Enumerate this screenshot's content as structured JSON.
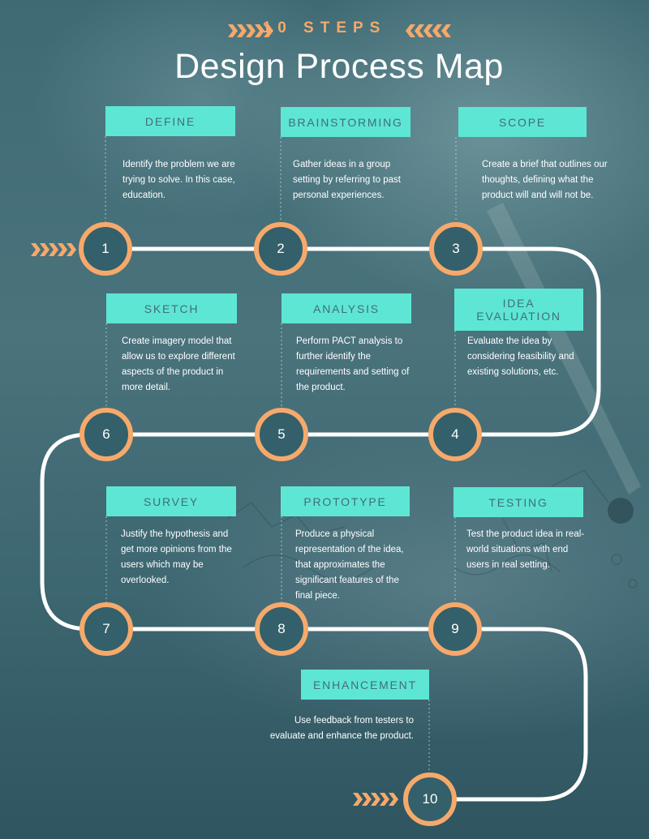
{
  "header": {
    "kicker": "10 STEPS",
    "title": "Design Process Map"
  },
  "colors": {
    "accent_orange": "#f6a96b",
    "label_teal": "#5ee6d4",
    "label_text": "#3f6f76",
    "track": "#ffffff",
    "background": "#3d6670"
  },
  "steps": [
    {
      "number": "1",
      "label": "DEFINE",
      "description": "Identify the problem we are trying to solve. In this case, education."
    },
    {
      "number": "2",
      "label": "BRAINSTORMING",
      "description": "Gather ideas in a group setting by referring to past personal experiences."
    },
    {
      "number": "3",
      "label": "SCOPE",
      "description": "Create a brief that outlines our thoughts, defining what the product will and will not be."
    },
    {
      "number": "4",
      "label": "IDEA EVALUATION",
      "description": "Evaluate the idea by considering feasibility and existing solutions, etc."
    },
    {
      "number": "5",
      "label": "ANALYSIS",
      "description": "Perform PACT analysis to further identify the requirements and setting of the product."
    },
    {
      "number": "6",
      "label": "SKETCH",
      "description": "Create imagery model that allow us to explore different aspects of the product in more detail."
    },
    {
      "number": "7",
      "label": "SURVEY",
      "description": "Justify the hypothesis and get more opinions from the users which may be overlooked."
    },
    {
      "number": "8",
      "label": "PROTOTYPE",
      "description": "Produce a physical representation of the idea, that approximates the significant features of the final piece."
    },
    {
      "number": "9",
      "label": "TESTING",
      "description": "Test the product idea in real-world situations with end users in real setting."
    },
    {
      "number": "10",
      "label": "ENHANCEMENT",
      "description": "Use feedback from testers to evaluate and enhance the product."
    }
  ],
  "icons": {
    "arrow": "chevron-arrows-icon"
  }
}
